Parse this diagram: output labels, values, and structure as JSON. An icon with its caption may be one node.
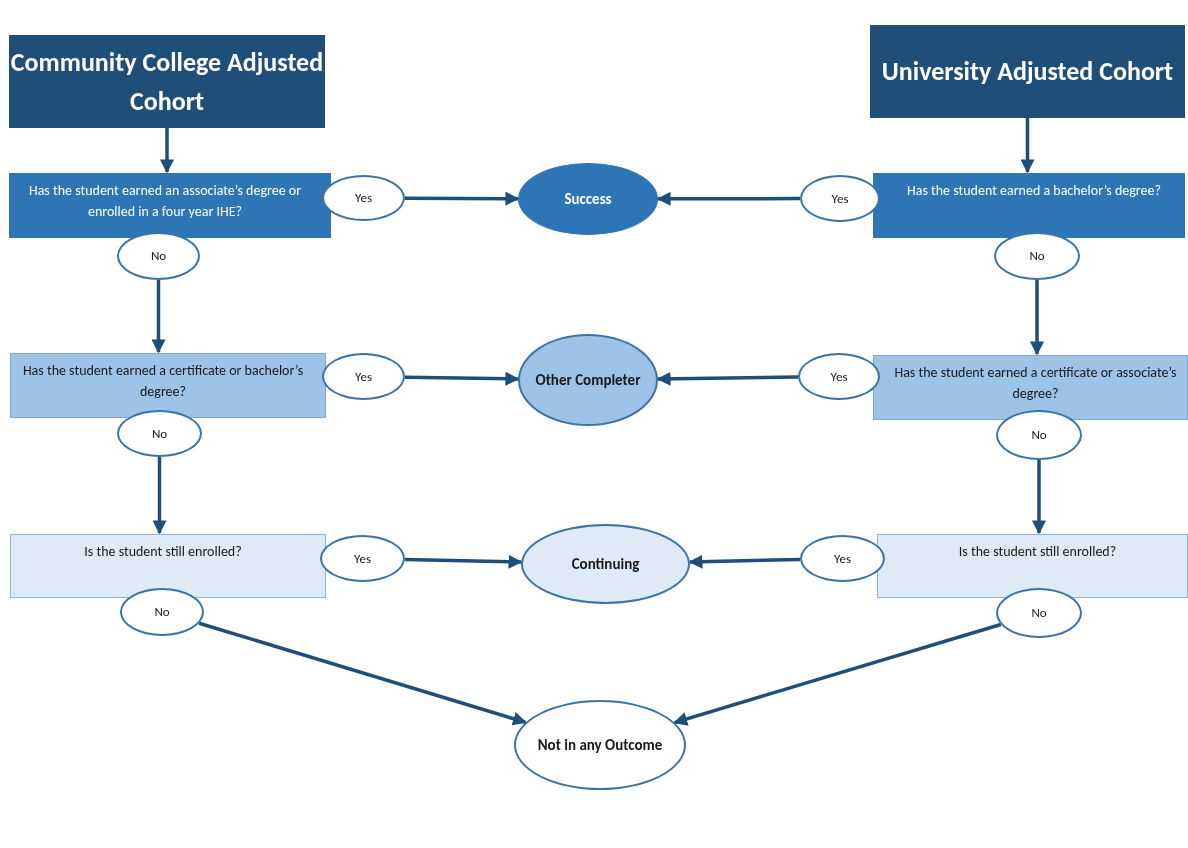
{
  "diagram": {
    "nodes": [
      {
        "text": [
          "Community College Adjusted Cohort"
        ]
      },
      {
        "text": [
          "University Adjusted Cohort"
        ]
      },
      {
        "text": [
          "Has the student earned an associate’s degree or enrolled in a four year IHE?"
        ]
      },
      {
        "text": [
          "Yes"
        ]
      },
      {
        "text": [
          "Success"
        ]
      },
      {
        "text": [
          "Yes"
        ]
      },
      {
        "text": [
          "Has the student earned a bachelor’s degree?"
        ]
      },
      {
        "text": [
          "No"
        ]
      },
      {
        "text": [
          "No"
        ]
      },
      {
        "text": [
          "Has the student earned a certificate or bachelor’s degree?"
        ]
      },
      {
        "text": [
          "Yes"
        ]
      },
      {
        "text": [
          "Other Completer"
        ]
      },
      {
        "text": [
          "Yes"
        ]
      },
      {
        "text": [
          "Has the student earned a certificate or associate’s degree?"
        ]
      },
      {
        "text": [
          "No"
        ]
      },
      {
        "text": [
          "No"
        ]
      },
      {
        "text": [
          "Is the student still enrolled?"
        ]
      },
      {
        "text": [
          "Yes"
        ]
      },
      {
        "text": [
          "Continuing"
        ]
      },
      {
        "text": [
          "Yes"
        ]
      },
      {
        "text": [
          "Is the student still enrolled?"
        ]
      },
      {
        "text": [
          "No"
        ]
      },
      {
        "text": [
          "No"
        ]
      },
      {
        "text": [
          "Not in any Outcome"
        ]
      }
    ],
    "edges": [
      {
        "from": 0,
        "to": 2,
        "arrow": "to"
      },
      {
        "from": 1,
        "to": 6,
        "arrow": "to"
      },
      {
        "from": 3,
        "to": 4,
        "arrow": "to"
      },
      {
        "from": 5,
        "to": 4,
        "arrow": "to"
      },
      {
        "from": 7,
        "to": 9,
        "arrow": "to"
      },
      {
        "from": 8,
        "to": 13,
        "arrow": "to"
      },
      {
        "from": 10,
        "to": 11,
        "arrow": "to"
      },
      {
        "from": 12,
        "to": 11,
        "arrow": "to"
      },
      {
        "from": 14,
        "to": 16,
        "arrow": "to"
      },
      {
        "from": 15,
        "to": 20,
        "arrow": "to"
      },
      {
        "from": 17,
        "to": 18,
        "arrow": "to"
      },
      {
        "from": 19,
        "to": 18,
        "arrow": "to"
      },
      {
        "from": 21,
        "to": 23,
        "arrow": "to"
      },
      {
        "from": 22,
        "to": 23,
        "arrow": "to"
      }
    ]
  }
}
